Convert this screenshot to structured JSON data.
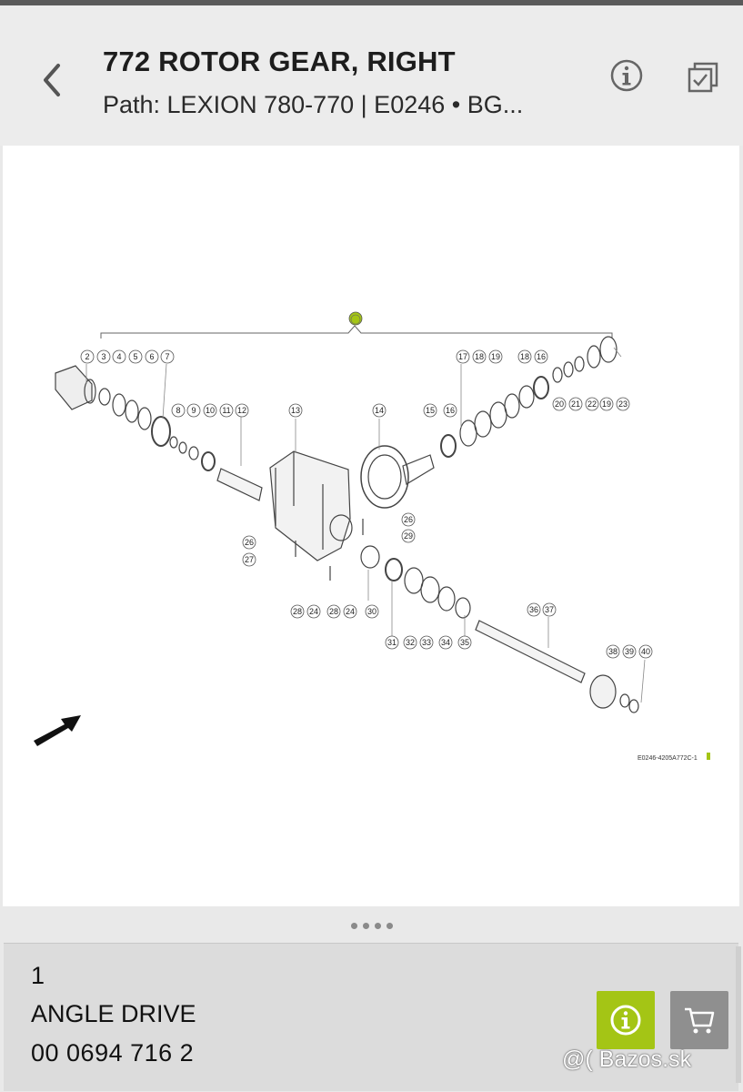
{
  "header": {
    "title": "772 ROTOR GEAR, RIGHT",
    "path": "Path: LEXION 780-770 | E0246 • BG..."
  },
  "icons": {
    "back": "chevron-left-icon",
    "info": "info-circle-icon",
    "checklist": "checklist-icon",
    "cart": "cart-icon"
  },
  "diagram": {
    "callouts": [
      "1",
      "2",
      "3",
      "4",
      "5",
      "6",
      "7",
      "8",
      "9",
      "10",
      "11",
      "12",
      "13",
      "14",
      "15",
      "16",
      "17",
      "18",
      "19",
      "18",
      "16",
      "20",
      "21",
      "22",
      "19",
      "23",
      "26",
      "29",
      "26",
      "27",
      "28",
      "24",
      "28",
      "24",
      "30",
      "31",
      "32",
      "33",
      "34",
      "35",
      "36",
      "37",
      "38",
      "39",
      "40"
    ],
    "reference_code": "E0246-4205A772C-1"
  },
  "pager": {
    "count": 4
  },
  "item": {
    "position": "1",
    "name": "ANGLE DRIVE",
    "number": "00 0694 716 2"
  },
  "colors": {
    "accent": "#a4c515",
    "cart_button": "#8f8f8f"
  },
  "watermark": "@( Bazos.sk"
}
